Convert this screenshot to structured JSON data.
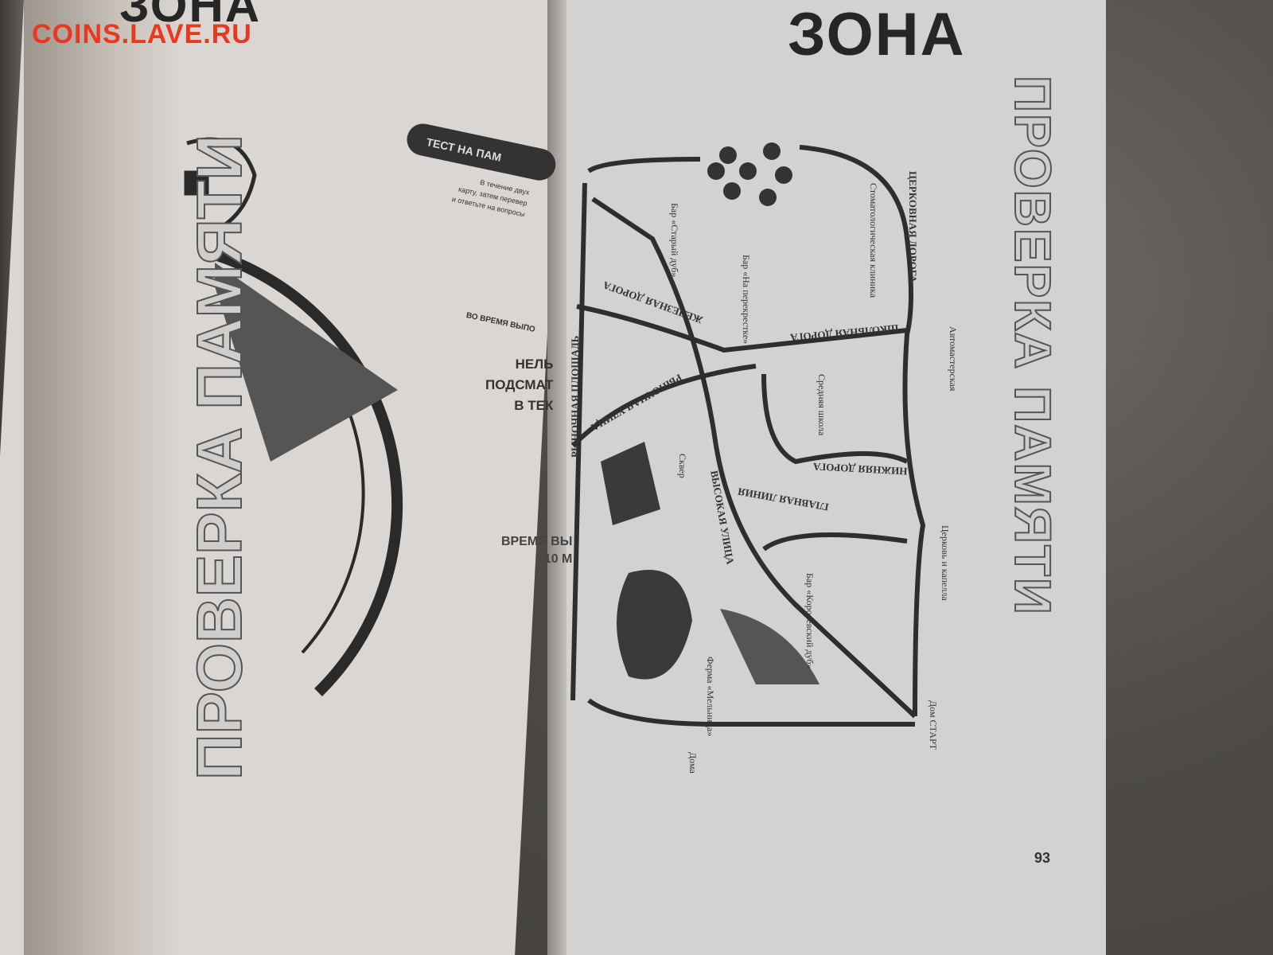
{
  "watermark": "COINS.LAVE.RU",
  "header": {
    "zona_left": "ЗОНА",
    "zona_right": "ЗОНА"
  },
  "left_page": {
    "title": "ПРОВЕРКА ПАМЯТИ",
    "badge": "ТЕСТ НА ПАМ",
    "intro_lines": [
      "В течение двух",
      "карту, затем перевер",
      "и ответьте на вопросы"
    ],
    "during": "ВО ВРЕМЯ ВЫПО",
    "warning_lines": [
      "НЕЛЬ",
      "ПОДСМАТ",
      "В ТЕК"
    ],
    "time_lines": [
      "ВРЕМЯ ВЫ",
      "10 М"
    ]
  },
  "right_page": {
    "title": "ПРОВЕРКА ПАМЯТИ",
    "page_number": "93",
    "roads": [
      "ШКОЛЬНАЯ ДОРОГА",
      "ЦЕРКОВНАЯ ДОРОГА",
      "РЫНОЧНАЯ УЛИЦА",
      "НИЖНЯЯ ДОРОГА",
      "ГЛАВНАЯ ЛИНИЯ",
      "ВЫСОКАЯ УЛИЦА",
      "РЫНОЧНАЯ ПЛОЩАДЬ",
      "ЖЕЛЕЗНАЯ ДОРОГА"
    ],
    "places": [
      "Дом СТАРТ",
      "Церковь и капелла",
      "Автомастерская",
      "Средняя школа",
      "Стоматологическая клиника",
      "Бар «На перекрестке»",
      "Бар «Старый дуб»",
      "Бар «Королевский дуб»",
      "Ферма «Мельница»",
      "Дома",
      "Сквер"
    ]
  }
}
